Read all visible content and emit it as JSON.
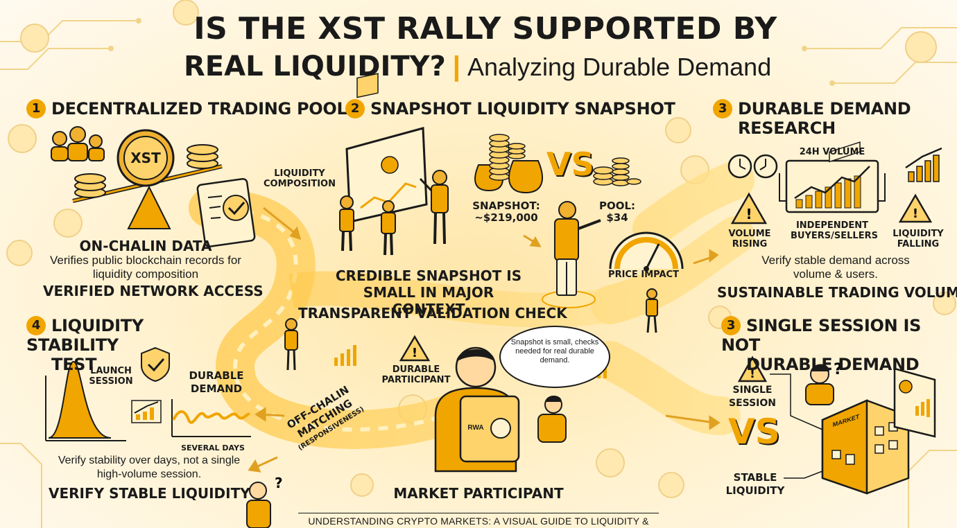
{
  "title": {
    "line1": "IS THE XST RALLY SUPPORTED BY",
    "line2": "REAL LIQUIDITY?",
    "separator": "|",
    "subtitle": "Analyzing Durable Demand"
  },
  "sections": {
    "s1": {
      "number": "1",
      "heading": "DECENTRALIZED TRADING POOL",
      "coin_label": "XST",
      "data_title": "ON-CHALIN DATA",
      "data_desc": "Verifies public blockchain records for liquidity composition",
      "access": "VERIFIED NETWORK ACCESS",
      "composition_label": "LIQUIDITY COMPOSITION"
    },
    "s2": {
      "number": "2",
      "heading": "SNAPSHOT LIQUIDITY SNAPSHOT",
      "vs": "VS",
      "snapshot_label": "SNAPSHOT:",
      "snapshot_value": "~$219,000",
      "pool_label": "POOL:",
      "pool_value": "$34",
      "price_impact": "PRICE IMPACT",
      "credible": "CREDIBLE SNAPSHOT IS SMALL IN MAJOR CONTEXT",
      "validation": "TRANSPARENT VALIDATION CHECK"
    },
    "s3a": {
      "number": "3",
      "heading_1": "DURABLE DEMAND",
      "heading_2": "RESEARCH",
      "volume_title": "24H VOLUME",
      "volume_rising": "VOLUME RISING",
      "independent": "INDEPENDENT BUYERS/SELLERS",
      "liquidity_falling": "LIQUIDITY FALLING",
      "desc": "Verify stable demand across volume & users.",
      "sustainable": "SUSTAINABLE TRADING VOLUME"
    },
    "s3b": {
      "number": "3",
      "heading_1": "SINGLE SESSION IS NOT",
      "heading_2": "DURABLE DEMAND",
      "single_session": "SINGLE SESSION",
      "vs": "VS",
      "stable": "STABLE LIQUIDITY",
      "market_sign": "MARKET"
    },
    "s4": {
      "number": "4",
      "heading_1": "LIQUIDITY STABILITY",
      "heading_2": "TEST",
      "launch": "LAUNCH SESSION",
      "durable": "DURABLE DEMAND",
      "several_days": "SEVERAL DAYS",
      "desc": "Verify stability over days, not a single high-volume session.",
      "verify": "VERIFY STABLE LIQUIDITY"
    },
    "center": {
      "durable_participant": "DURABLE PARTIICIPANT",
      "safe_label": "RWA",
      "bubble": "Snapshot is small, checks needed for real durable demand.",
      "market_participant": "MARKET PARTICIPANT",
      "offchain_1": "OFF-CHALIN",
      "offchain_2": "MATCHING",
      "offchain_3": "(RESPONSIVENESS)"
    }
  },
  "footer": "UNDERSTANDING CRYPTO MARKETS: A VISUAL GUIDE TO LIQUIDITY & DEMAND",
  "colors": {
    "accent": "#f0a500",
    "accent_light": "#ffd36b",
    "ink": "#1a1a1a",
    "bg": "#fff8e8"
  }
}
